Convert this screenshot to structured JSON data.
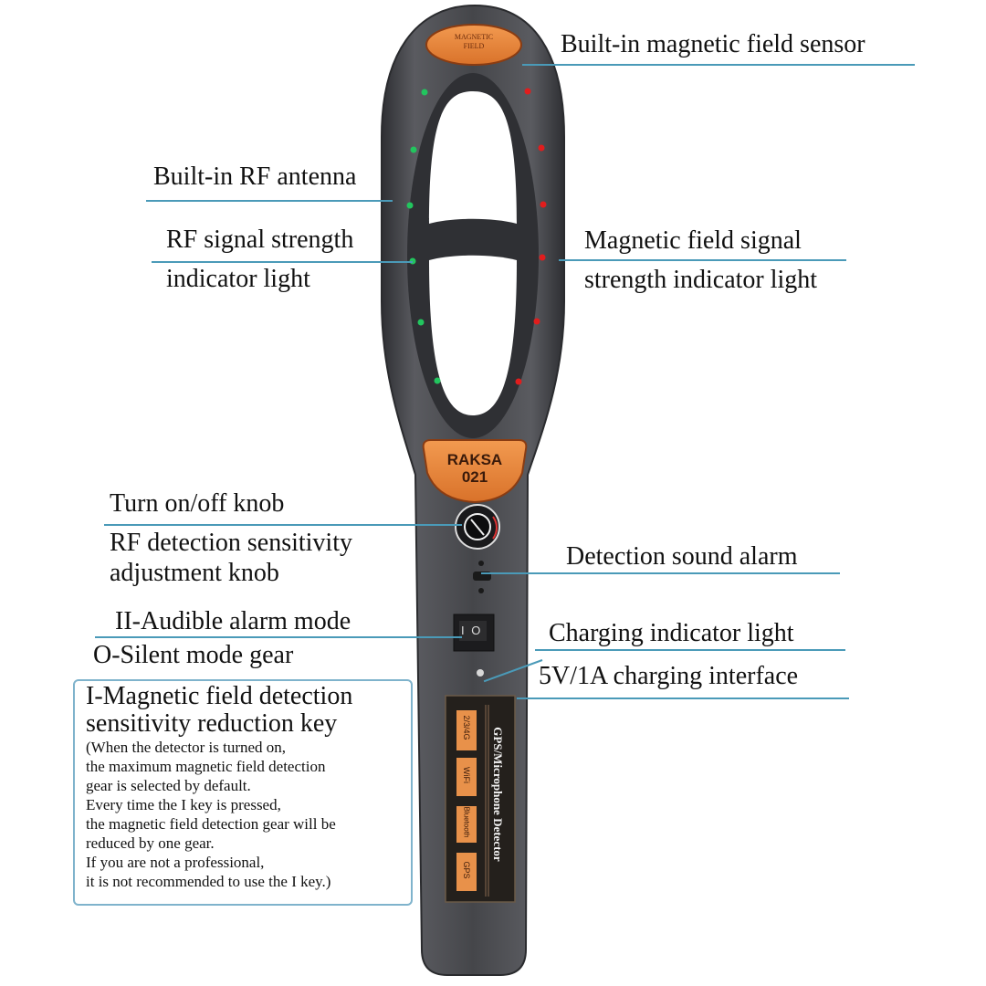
{
  "device": {
    "top_badge": [
      "MAGNETIC",
      "FIELD"
    ],
    "brand_badge": [
      "RAKSA",
      "021"
    ],
    "panel_title": "GPS/Microphone Detector",
    "panel_tags": [
      "2/3/4G",
      "WiFi",
      "Bluetooth",
      "GPS"
    ],
    "switch_symbols": "I O",
    "colors": {
      "body": "#4a4b4f",
      "badge_orange": "#e8863a",
      "led_green": "#22c55e",
      "led_red": "#e11d1d",
      "leader_line": "#4a9ab8",
      "panel_tag": "#e8914a"
    },
    "rf_leds": 6,
    "magnetic_leds": 6
  },
  "labels": {
    "magnetic_sensor": "Built-in magnetic field sensor",
    "rf_antenna": "Built-in RF antenna",
    "rf_signal_1": "RF signal strength",
    "rf_signal_2": "indicator light",
    "mag_signal_1": "Magnetic field signal",
    "mag_signal_2": "strength indicator light",
    "power_knob": "Turn on/off knob",
    "rf_sens_1": "RF detection sensitivity",
    "rf_sens_2": "adjustment knob",
    "sound_alarm": "Detection sound alarm",
    "audible_mode": "II-Audible alarm mode",
    "silent_mode": "O-Silent mode gear",
    "charge_light": "Charging indicator light",
    "charge_port": "5V/1A charging interface"
  },
  "note": {
    "title_1": "I-Magnetic field detection",
    "title_2": "sensitivity reduction key",
    "lines": [
      "(When the detector is turned on,",
      "the maximum magnetic field detection",
      "gear is selected by default.",
      "Every time the I key is pressed,",
      "the magnetic field detection gear will be",
      "reduced by one gear.",
      "If you are not a professional,",
      "it is not recommended to use the I key.)"
    ]
  }
}
